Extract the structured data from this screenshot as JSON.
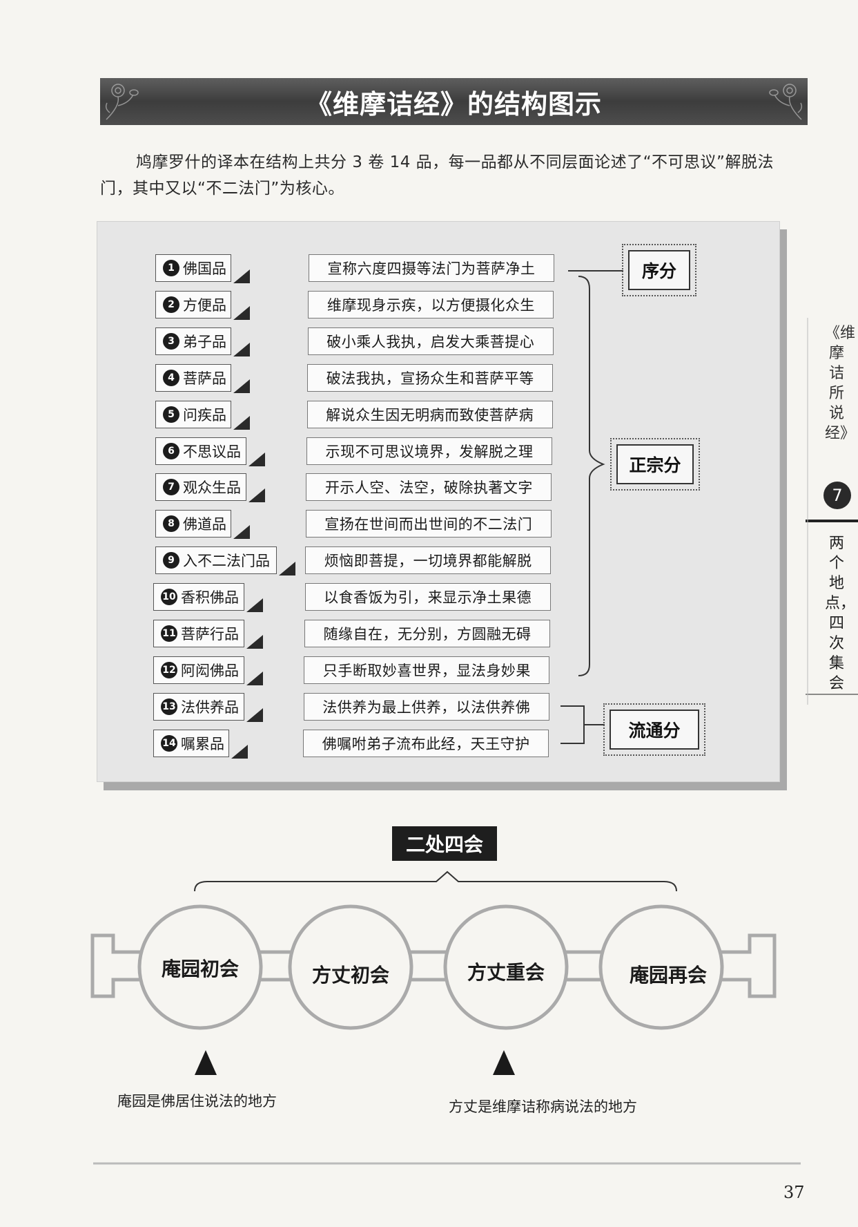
{
  "title": "《维摩诘经》的结构图示",
  "intro": "鸠摩罗什的译本在结构上共分 3 卷 14 品，每一品都从不同层面论述了“不可思议”解脱法门，其中又以“不二法门”为核心。",
  "chapters": [
    {
      "num": "1",
      "name": "佛国品",
      "desc": "宣称六度四摄等法门为菩萨净土"
    },
    {
      "num": "2",
      "name": "方便品",
      "desc": "维摩现身示疾，以方便摄化众生"
    },
    {
      "num": "3",
      "name": "弟子品",
      "desc": "破小乘人我执，启发大乘菩提心"
    },
    {
      "num": "4",
      "name": "菩萨品",
      "desc": "破法我执，宣扬众生和菩萨平等"
    },
    {
      "num": "5",
      "name": "问疾品",
      "desc": "解说众生因无明病而致使菩萨病"
    },
    {
      "num": "6",
      "name": "不思议品",
      "desc": "示现不可思议境界，发解脱之理"
    },
    {
      "num": "7",
      "name": "观众生品",
      "desc": "开示人空、法空，破除执著文字"
    },
    {
      "num": "8",
      "name": "佛道品",
      "desc": "宣扬在世间而出世间的不二法门"
    },
    {
      "num": "9",
      "name": "入不二法门品",
      "desc": "烦恼即菩提，一切境界都能解脱"
    },
    {
      "num": "10",
      "name": "香积佛品",
      "desc": "以食香饭为引，来显示净土果德"
    },
    {
      "num": "11",
      "name": "菩萨行品",
      "desc": "随缘自在，无分别，方圆融无碍"
    },
    {
      "num": "12",
      "name": "阿闳佛品",
      "desc": "只手断取妙喜世界，显法身妙果"
    },
    {
      "num": "13",
      "name": "法供养品",
      "desc": "法供养为最上供养，以法供养佛"
    },
    {
      "num": "14",
      "name": "嘱累品",
      "desc": "佛嘱咐弟子流布此经，天王守护"
    }
  ],
  "sections": {
    "preface": "序分",
    "main": "正宗分",
    "circulation": "流通分"
  },
  "assemblies": {
    "label": "二处四会",
    "items": [
      "庵园初会",
      "方丈初会",
      "方丈重会",
      "庵园再会"
    ],
    "notes": [
      "庵园是佛居住说法的地方",
      "方丈是维摩诘称病说法的地方"
    ]
  },
  "side_tab": {
    "book": "《维摩诘所说经》",
    "chapter_num": "7",
    "chapter_title": "两个地点，四次集会"
  },
  "page_number": "37"
}
